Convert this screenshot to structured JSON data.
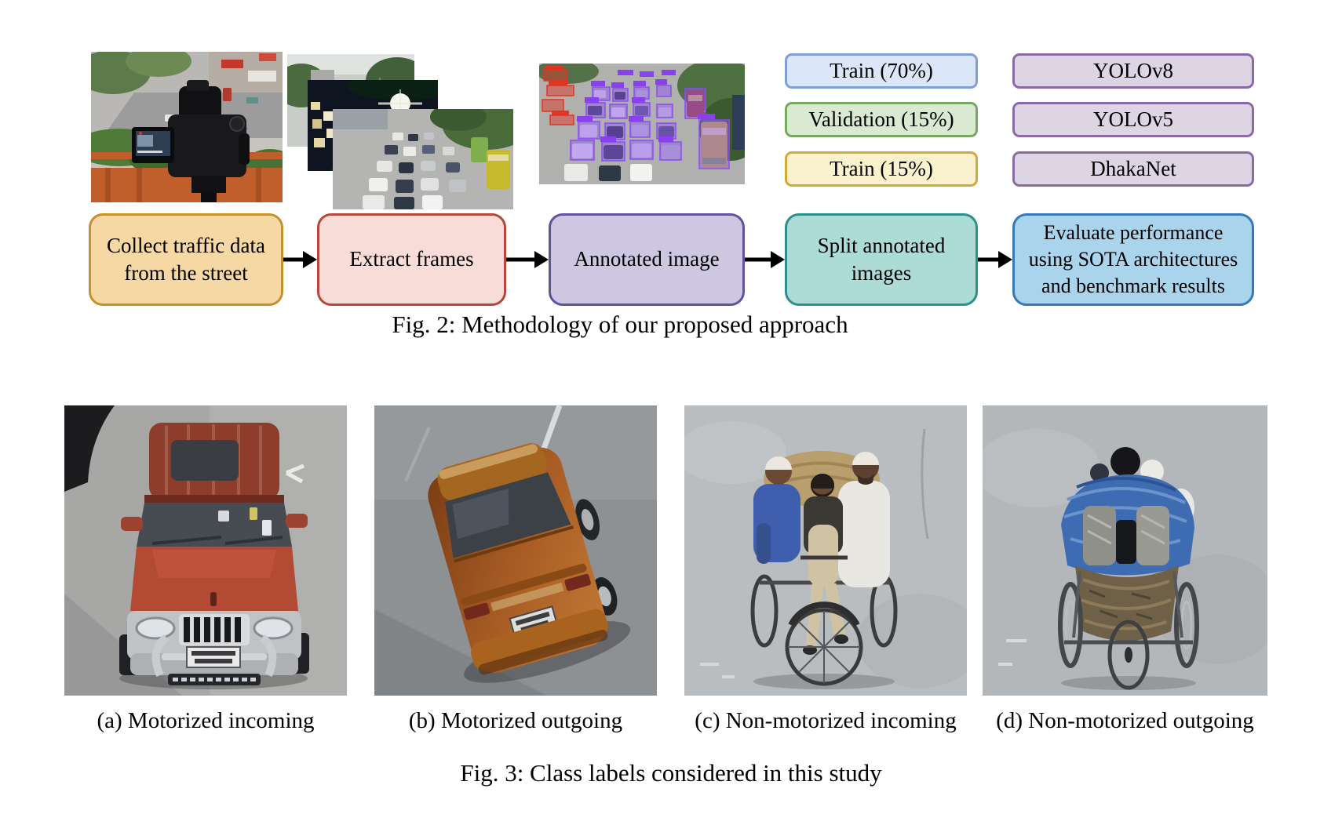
{
  "figure2": {
    "caption": "Fig. 2: Methodology of our proposed approach",
    "photos": {
      "camera": "camera-recording-street-traffic",
      "frames_stack": "extracted-traffic-frames",
      "annotated": "annotated-traffic-image"
    },
    "annotation_colors": {
      "primary_box": "#8a4df0",
      "secondary_box": "#e03525"
    },
    "split_labels": [
      {
        "label": "Train (70%)",
        "fill": "#dbe7f8",
        "border": "#7ea0d6"
      },
      {
        "label": "Validation (15%)",
        "fill": "#d9e9d2",
        "border": "#74a95f"
      },
      {
        "label": "Train (15%)",
        "fill": "#faf2cd",
        "border": "#d3a93b"
      }
    ],
    "model_labels": [
      {
        "label": "YOLOv8",
        "fill": "#ddd4e4",
        "border": "#8b68a7"
      },
      {
        "label": "YOLOv5",
        "fill": "#ddd4e4",
        "border": "#8b68a7"
      },
      {
        "label": "DhakaNet",
        "fill": "#ddd4e4",
        "border": "#8b68a7"
      }
    ],
    "steps": [
      {
        "label": "Collect traffic data\nfrom the street",
        "fill": "#f5d8a4",
        "border": "#c5912f"
      },
      {
        "label": "Extract frames",
        "fill": "#f7dcd7",
        "border": "#b4493b"
      },
      {
        "label": "Annotated image",
        "fill": "#cec7e2",
        "border": "#63519c"
      },
      {
        "label": "Split annotated\nimages",
        "fill": "#addbd6",
        "border": "#2e8f8d"
      },
      {
        "label": "Evaluate performance\nusing SOTA architectures\nand benchmark results",
        "fill": "#a9d4ec",
        "border": "#3679b5"
      }
    ]
  },
  "figure3": {
    "caption": "Fig. 3: Class labels considered in this study",
    "classes": [
      {
        "caption": "(a) Motorized incoming",
        "photo": "red-suv-front-view"
      },
      {
        "caption": "(b) Motorized outgoing",
        "photo": "brown-sedan-rear-view"
      },
      {
        "caption": "(c) Non-motorized incoming",
        "photo": "cycle-rickshaw-front-view"
      },
      {
        "caption": "(d) Non-motorized outgoing",
        "photo": "cycle-rickshaw-rear-view"
      }
    ]
  }
}
